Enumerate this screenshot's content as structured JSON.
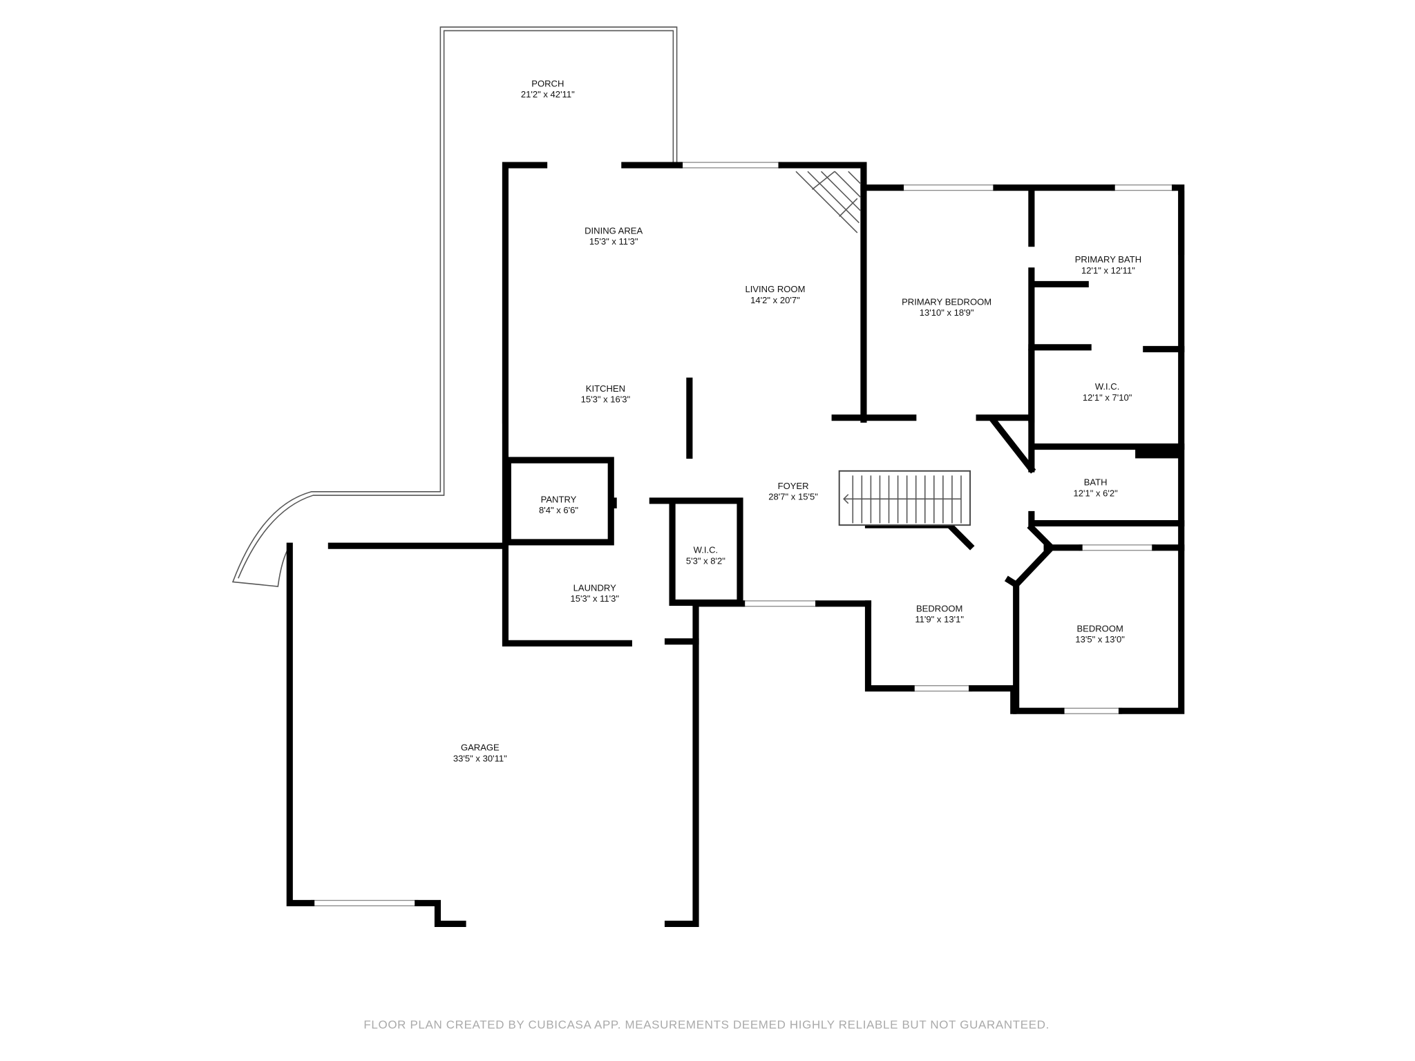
{
  "rooms": [
    {
      "name": "PORCH",
      "dims": "21'2\" x 42'11\""
    },
    {
      "name": "DINING AREA",
      "dims": "15'3\" x 11'3\""
    },
    {
      "name": "LIVING ROOM",
      "dims": "14'2\" x 20'7\""
    },
    {
      "name": "PRIMARY BEDROOM",
      "dims": "13'10\" x 18'9\""
    },
    {
      "name": "PRIMARY BATH",
      "dims": "12'1\" x 12'11\""
    },
    {
      "name": "KITCHEN",
      "dims": "15'3\" x 16'3\""
    },
    {
      "name": "W.I.C.",
      "dims": "12'1\" x 7'10\""
    },
    {
      "name": "BATH",
      "dims": "12'1\" x 6'2\""
    },
    {
      "name": "PANTRY",
      "dims": "8'4\" x 6'6\""
    },
    {
      "name": "FOYER",
      "dims": "28'7\" x 15'5\""
    },
    {
      "name": "W.I.C.",
      "dims": "5'3\" x 8'2\""
    },
    {
      "name": "LAUNDRY",
      "dims": "15'3\" x 11'3\""
    },
    {
      "name": "BEDROOM",
      "dims": "11'9\" x 13'1\""
    },
    {
      "name": "BEDROOM",
      "dims": "13'5\" x 13'0\""
    },
    {
      "name": "GARAGE",
      "dims": "33'5\" x 30'11\""
    }
  ],
  "footer": "FLOOR PLAN CREATED BY CUBICASA APP. MEASUREMENTS DEEMED HIGHLY RELIABLE BUT NOT GUARANTEED."
}
